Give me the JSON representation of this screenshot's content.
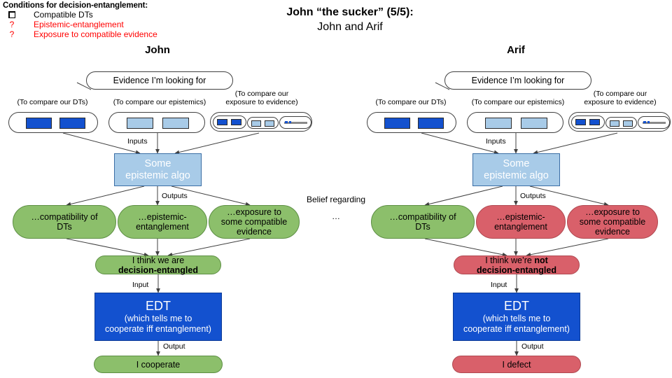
{
  "legend": {
    "title": "Conditions for decision-entanglement:",
    "items": [
      {
        "mark": "square-outline-icon",
        "mark_glyph": "",
        "label": "Compatible DTs",
        "color": "#000000"
      },
      {
        "mark": "question-mark-icon",
        "mark_glyph": "?",
        "label": "Epistemic-entanglement",
        "color": "#ff0000"
      },
      {
        "mark": "question-mark-icon",
        "mark_glyph": "?",
        "label": "Exposure to compatible evidence",
        "color": "#ff0000"
      }
    ]
  },
  "title": {
    "main": "John “the sucker” (5/5):",
    "sub": "John and Arif"
  },
  "center": {
    "belief_line1": "Belief regarding",
    "belief_line2": "…"
  },
  "columns": [
    {
      "header": "John",
      "evidence_oval": "Evidence I’m looking for",
      "input_captions": [
        "(To compare our DTs)",
        "(To compare our epistemics)",
        "(To compare our\nexposure to evidence)"
      ],
      "input_caption_3_line1": "(To compare our",
      "input_caption_3_line2": "exposure to evidence)",
      "inputs_label": "Inputs",
      "algo_line1": "Some",
      "algo_line2": "epistemic algo",
      "outputs_label": "Outputs",
      "outputs": [
        {
          "line1": "…compatibility of",
          "line2": "DTs",
          "line3": "",
          "color": "green"
        },
        {
          "line1": "…epistemic-",
          "line2": "entanglement",
          "line3": "",
          "color": "green"
        },
        {
          "line1": "…exposure  to",
          "line2": "some compatible",
          "line3": "evidence",
          "color": "green"
        }
      ],
      "belief": {
        "line1": "I think we are",
        "line2": "decision-entangled",
        "bold2": true,
        "color": "green"
      },
      "input_label": "Input",
      "edt": {
        "title": "EDT",
        "line1": "(which tells me to",
        "line2": "cooperate iff entanglement)"
      },
      "output_label": "Output",
      "decision": {
        "text": "I cooperate",
        "color": "green"
      }
    },
    {
      "header": "Arif",
      "evidence_oval": "Evidence I’m looking for",
      "input_captions": [
        "(To compare our DTs)",
        "(To compare our epistemics)",
        "(To compare our\nexposure to evidence)"
      ],
      "input_caption_3_line1": "(To compare our",
      "input_caption_3_line2": "exposure to evidence)",
      "inputs_label": "Inputs",
      "algo_line1": "Some",
      "algo_line2": "epistemic algo",
      "outputs_label": "Outputs",
      "outputs": [
        {
          "line1": "…compatibility of",
          "line2": "DTs",
          "line3": "",
          "color": "green"
        },
        {
          "line1": "…epistemic-",
          "line2": "entanglement",
          "line3": "",
          "color": "red"
        },
        {
          "line1": "…exposure  to",
          "line2": "some compatible",
          "line3": "evidence",
          "color": "red"
        }
      ],
      "belief": {
        "line1": "I think we’re ",
        "line1b": "not",
        "line2": "decision-entangled",
        "bold2": true,
        "color": "red"
      },
      "input_label": "Input",
      "edt": {
        "title": "EDT",
        "line1": "(which tells me to",
        "line2": "cooperate iff entanglement)"
      },
      "output_label": "Output",
      "decision": {
        "text": "I defect",
        "color": "red"
      }
    }
  ],
  "colors": {
    "green_fill": "#8cbf6b",
    "green_stroke": "#5d8f44",
    "red_fill": "#d9606a",
    "red_stroke": "#b04a52",
    "light_blue_fill": "#a8cbe8",
    "light_blue_stroke": "#3b6ea5",
    "blue_fill": "#1351cf",
    "blue_stroke": "#0b3a96",
    "legend_red": "#ff0000",
    "wire": "#404040"
  }
}
